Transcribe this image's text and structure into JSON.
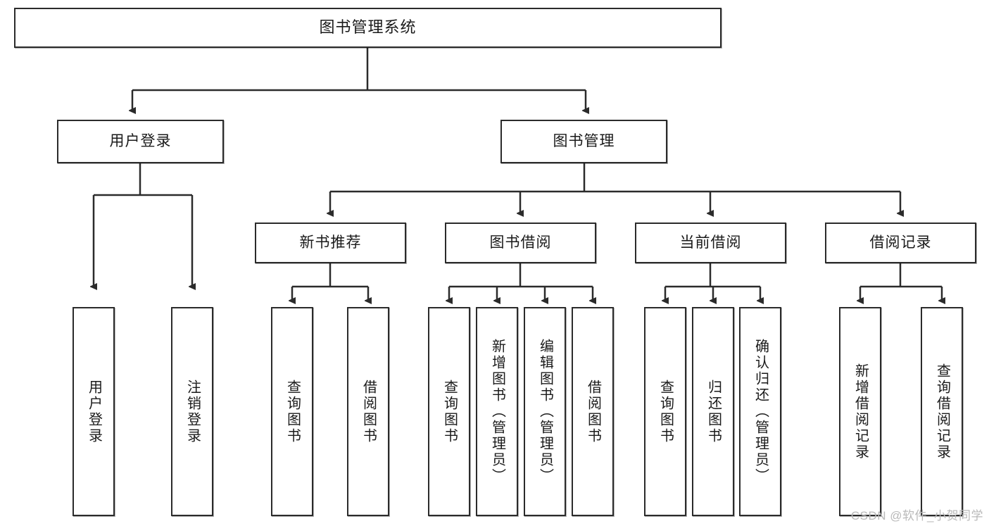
{
  "diagram": {
    "title": "图书管理系统",
    "type": "tree",
    "watermark": "CSDN @软件_小贺同学",
    "colors": {
      "box_border": "#2b2b2b",
      "box_fill": "#ffffff",
      "edge": "#1a1a1a",
      "watermark": "#b9b9b9"
    },
    "nodes": {
      "root": {
        "label": "图书管理系统"
      },
      "level2": [
        {
          "label": "用户登录"
        },
        {
          "label": "图书管理"
        }
      ],
      "level3": [
        {
          "label": "新书推荐"
        },
        {
          "label": "图书借阅"
        },
        {
          "label": "当前借阅"
        },
        {
          "label": "借阅记录"
        }
      ],
      "leaves": {
        "user_login": [
          {
            "label": "用户登录"
          },
          {
            "label": "注销登录"
          }
        ],
        "new_book_recommend": [
          {
            "label": "查询图书"
          },
          {
            "label": "借阅图书"
          }
        ],
        "book_borrow": [
          {
            "label": "查询图书"
          },
          {
            "label": "新增图书（管理员）"
          },
          {
            "label": "编辑图书（管理员）"
          },
          {
            "label": "借阅图书"
          }
        ],
        "current_borrow": [
          {
            "label": "查询图书"
          },
          {
            "label": "归还图书"
          },
          {
            "label": "确认归还（管理员）"
          }
        ],
        "borrow_record": [
          {
            "label": "新增借阅记录"
          },
          {
            "label": "查询借阅记录"
          }
        ]
      }
    }
  }
}
